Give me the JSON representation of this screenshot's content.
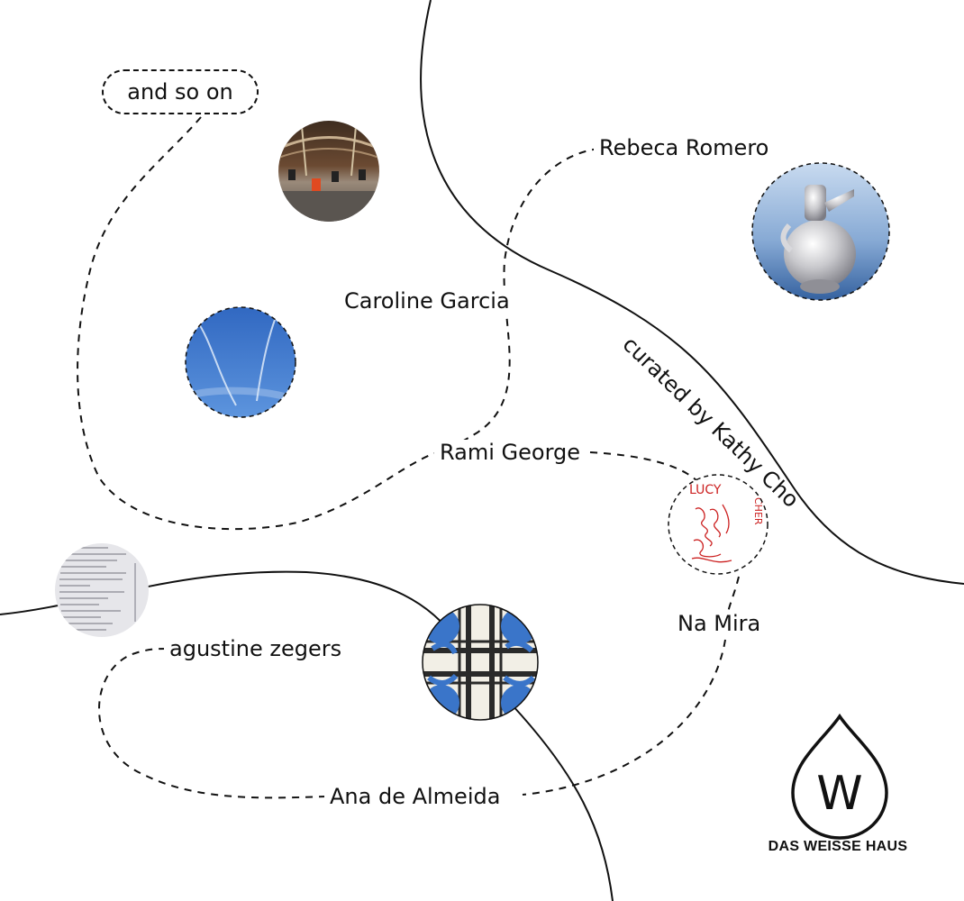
{
  "labels": {
    "and_so_on": "and so on",
    "rebeca_romero": "Rebeca Romero",
    "caroline_garcia": "Caroline Garcia",
    "rami_george": "Rami George",
    "na_mira": "Na Mira",
    "agustine_zegers": "agustine zegers",
    "ana_de_almeida": "Ana de Almeida",
    "curated_by": "curated by Kathy Cho"
  },
  "artwork_texts": {
    "drawing_top": "LUCY",
    "drawing_side": "CHER"
  },
  "logo": {
    "text": "DAS WEISSE HAUS",
    "letter": "W"
  },
  "thumbnails": [
    {
      "name": "gallery-interior-thumbnail",
      "subject": "panoramic gallery interior with wooden ceiling"
    },
    {
      "name": "sky-contrails-thumbnail",
      "subject": "blue sky with contrails"
    },
    {
      "name": "silver-sculpture-thumbnail",
      "subject": "silver vessel sculpture on blue background"
    },
    {
      "name": "red-drawing-thumbnail",
      "subject": "red scribbled drawing"
    },
    {
      "name": "text-list-thumbnail",
      "subject": "printed list of text"
    },
    {
      "name": "blue-tile-thumbnail",
      "subject": "blue and white tile pattern"
    }
  ],
  "colors": {
    "ink": "#111111",
    "sky_blue": "#3a77cc",
    "drawing_red": "#cc2222",
    "background": "#ffffff"
  }
}
